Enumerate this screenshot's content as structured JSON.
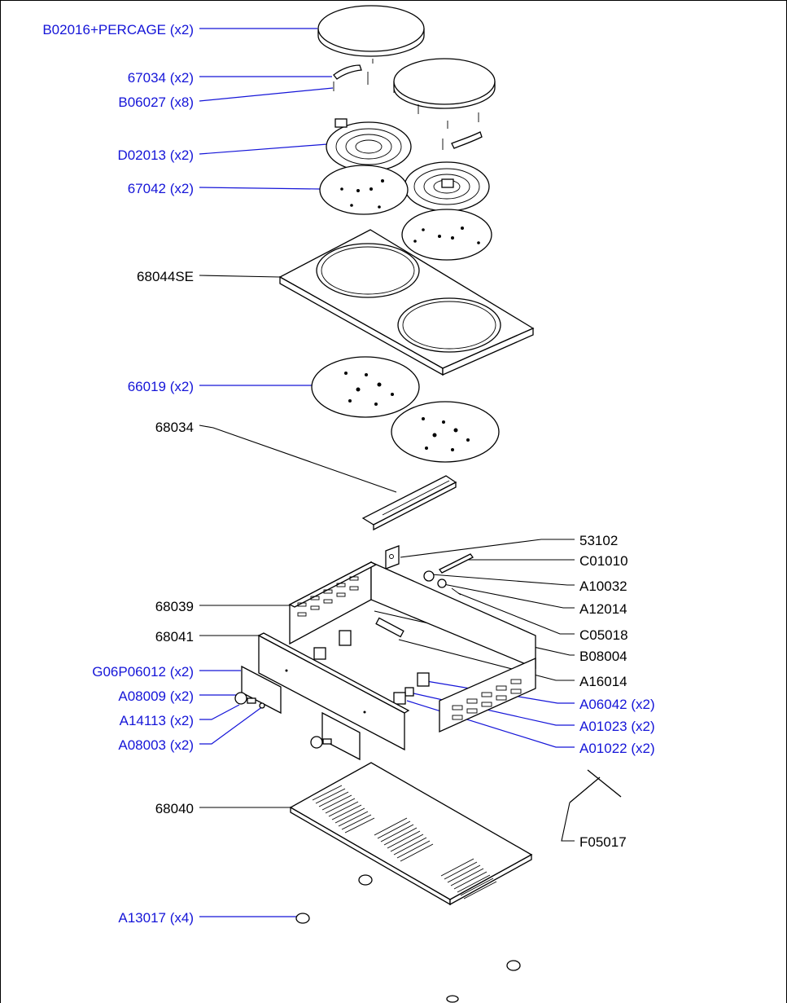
{
  "diagram": {
    "colors": {
      "highlight": "#1515d8",
      "normal": "#000000"
    },
    "labels": [
      {
        "id": "B02016",
        "text": "B02016+PERCAGE (x2)",
        "color": "blue"
      },
      {
        "id": "67034",
        "text": "67034 (x2)",
        "color": "blue"
      },
      {
        "id": "B06027",
        "text": "B06027 (x8)",
        "color": "blue"
      },
      {
        "id": "D02013",
        "text": "D02013 (x2)",
        "color": "blue"
      },
      {
        "id": "67042",
        "text": "67042 (x2)",
        "color": "blue"
      },
      {
        "id": "68044SE",
        "text": "68044SE",
        "color": "black"
      },
      {
        "id": "66019",
        "text": "66019 (x2)",
        "color": "blue"
      },
      {
        "id": "68034",
        "text": "68034",
        "color": "black"
      },
      {
        "id": "53102",
        "text": "53102",
        "color": "black"
      },
      {
        "id": "C01010",
        "text": "C01010",
        "color": "black"
      },
      {
        "id": "A10032",
        "text": "A10032",
        "color": "black"
      },
      {
        "id": "68039",
        "text": "68039",
        "color": "black"
      },
      {
        "id": "A12014",
        "text": "A12014",
        "color": "black"
      },
      {
        "id": "C05018",
        "text": "C05018",
        "color": "black"
      },
      {
        "id": "68041",
        "text": "68041",
        "color": "black"
      },
      {
        "id": "B08004",
        "text": "B08004",
        "color": "black"
      },
      {
        "id": "G06P06012",
        "text": "G06P06012 (x2)",
        "color": "blue"
      },
      {
        "id": "A16014",
        "text": "A16014",
        "color": "black"
      },
      {
        "id": "A08009",
        "text": "A08009 (x2)",
        "color": "blue"
      },
      {
        "id": "A06042",
        "text": "A06042 (x2)",
        "color": "blue"
      },
      {
        "id": "A14113",
        "text": "A14113 (x2)",
        "color": "blue"
      },
      {
        "id": "A01023",
        "text": "A01023 (x2)",
        "color": "blue"
      },
      {
        "id": "A08003",
        "text": "A08003 (x2)",
        "color": "blue"
      },
      {
        "id": "A01022",
        "text": "A01022 (x2)",
        "color": "blue"
      },
      {
        "id": "68040",
        "text": "68040",
        "color": "black"
      },
      {
        "id": "F05017",
        "text": "F05017",
        "color": "black"
      },
      {
        "id": "A13017",
        "text": "A13017 (x4)",
        "color": "blue"
      }
    ]
  }
}
